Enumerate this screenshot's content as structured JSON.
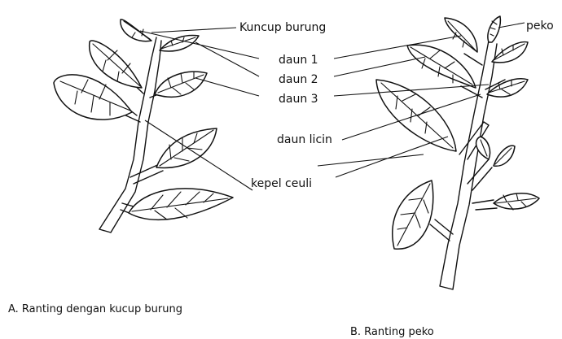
{
  "labels": {
    "kuncup_burung": "Kuncup burung",
    "daun1": "daun 1",
    "daun2": "daun 2",
    "daun3": "daun 3",
    "daun_licin": "daun licin",
    "kepel_ceuli": "kepel ceuli",
    "peko": "peko"
  },
  "captions": {
    "a": "A. Ranting dengan kucup burung",
    "b": "B. Ranting peko"
  }
}
